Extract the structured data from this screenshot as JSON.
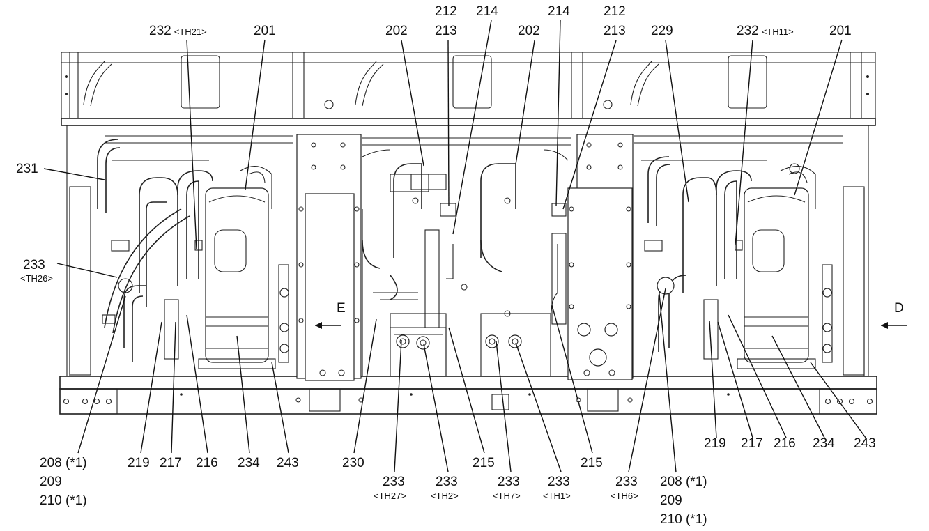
{
  "diagram": {
    "top_labels": [
      {
        "id": "l232a",
        "parts": [
          "232",
          "<TH21>"
        ]
      },
      {
        "id": "l201a",
        "text": "201"
      },
      {
        "id": "l202a",
        "text": "202"
      },
      {
        "id": "l212a",
        "text": "212"
      },
      {
        "id": "l213a",
        "text": "213"
      },
      {
        "id": "l214a",
        "text": "214"
      },
      {
        "id": "l202b",
        "text": "202"
      },
      {
        "id": "l214b",
        "text": "214"
      },
      {
        "id": "l212b",
        "text": "212"
      },
      {
        "id": "l213b",
        "text": "213"
      },
      {
        "id": "l229",
        "text": "229"
      },
      {
        "id": "l232b",
        "parts": [
          "232",
          "<TH11>"
        ]
      },
      {
        "id": "l201b",
        "text": "201"
      },
      {
        "id": "l231",
        "text": "231"
      },
      {
        "id": "l233a",
        "parts": [
          "233",
          "<TH26>"
        ]
      }
    ],
    "flow_labels": {
      "e": "E",
      "d": "D"
    },
    "bottom_labels": {
      "g1": [
        "208 (*1)",
        "209",
        "210 (*1)"
      ],
      "b219a": "219",
      "b217a": "217",
      "b216a": "216",
      "b234a": "234",
      "b243a": "243",
      "b230": "230",
      "b233_27": [
        "233",
        "<TH27>"
      ],
      "b233_2": [
        "233",
        "<TH2>"
      ],
      "b215a": "215",
      "b233_7": [
        "233",
        "<TH7>"
      ],
      "b233_1": [
        "233",
        "<TH1>"
      ],
      "b215b": "215",
      "b233_6": [
        "233",
        "<TH6>"
      ],
      "g2": [
        "208 (*1)",
        "209",
        "210 (*1)"
      ],
      "b219b": "219",
      "b217b": "217",
      "b216b": "216",
      "b234b": "234",
      "b243b": "243"
    }
  }
}
